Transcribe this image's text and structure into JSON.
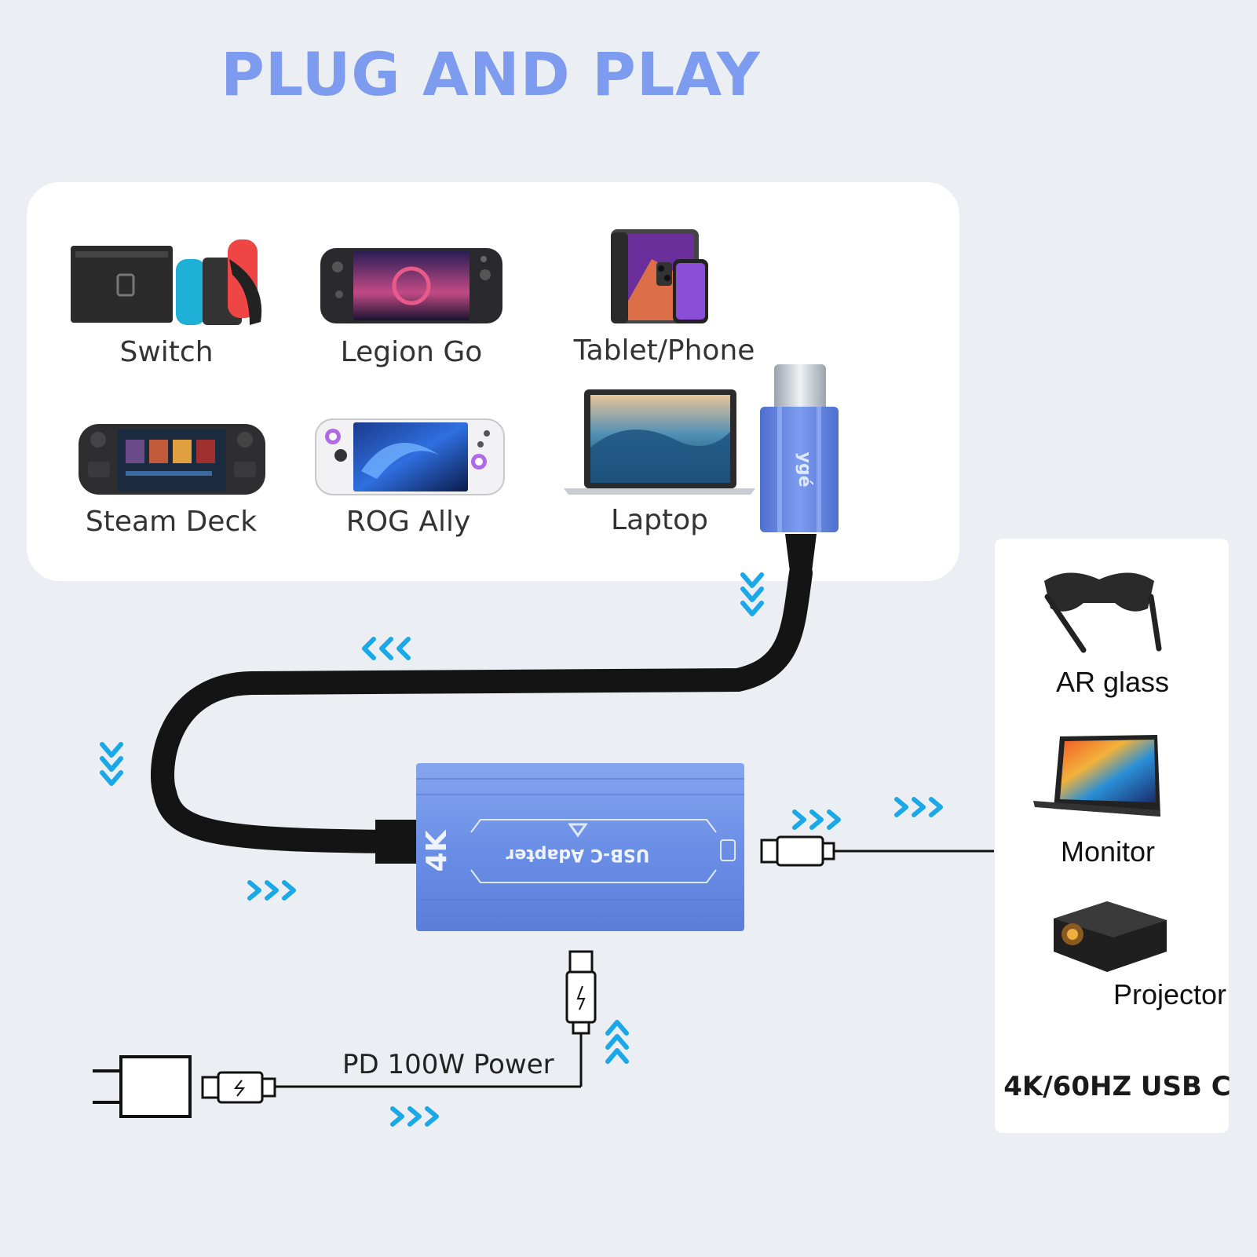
{
  "title": "PLUG AND PLAY",
  "colors": {
    "title": "#7d9cf0",
    "adapter": "#6b8fe6",
    "arrow": "#1aa8e8",
    "cable": "#111111"
  },
  "source_devices": [
    {
      "label": "Switch",
      "icon": "nintendo-switch-icon"
    },
    {
      "label": "Legion Go",
      "icon": "legion-go-icon"
    },
    {
      "label": "Tablet/Phone",
      "icon": "tablet-phone-icon"
    },
    {
      "label": "Steam Deck",
      "icon": "steam-deck-icon"
    },
    {
      "label": "ROG Ally",
      "icon": "rog-ally-icon"
    },
    {
      "label": "Laptop",
      "icon": "laptop-icon"
    }
  ],
  "output_devices": [
    {
      "label": "AR glass",
      "icon": "ar-glasses-icon"
    },
    {
      "label": "Monitor",
      "icon": "monitor-icon"
    },
    {
      "label": "Projector",
      "icon": "projector-icon"
    }
  ],
  "output_spec": "4K/60HZ USB C",
  "power_label": "PD 100W Power",
  "adapter": {
    "badge": "4K",
    "text": "USB-C Adapter",
    "brand": "ygé"
  }
}
